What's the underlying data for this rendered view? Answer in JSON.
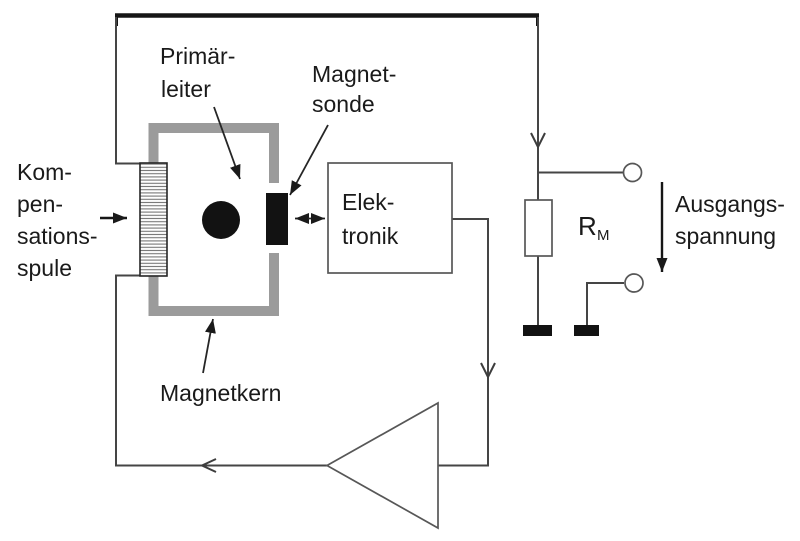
{
  "diagram": {
    "labels": {
      "kompensationsspule": [
        "Kom-",
        "pen-",
        "sations-",
        "spule"
      ],
      "primaerleiter": [
        "Primär-",
        "leiter"
      ],
      "magnetsonde": [
        "Magnet-",
        "sonde"
      ],
      "magnetkern": "Magnetkern",
      "elektronik": [
        "Elek-",
        "tronik"
      ],
      "messwiderstand": {
        "base": "R",
        "subscript": "M"
      },
      "ausgangsspannung": [
        "Ausgangs-",
        "spannung"
      ]
    },
    "colors": {
      "background": "#ffffff",
      "core_gray": "#9b9b9b",
      "wire_gray": "#454545",
      "ink_black": "#161616",
      "text": "#1a1a1a"
    }
  }
}
